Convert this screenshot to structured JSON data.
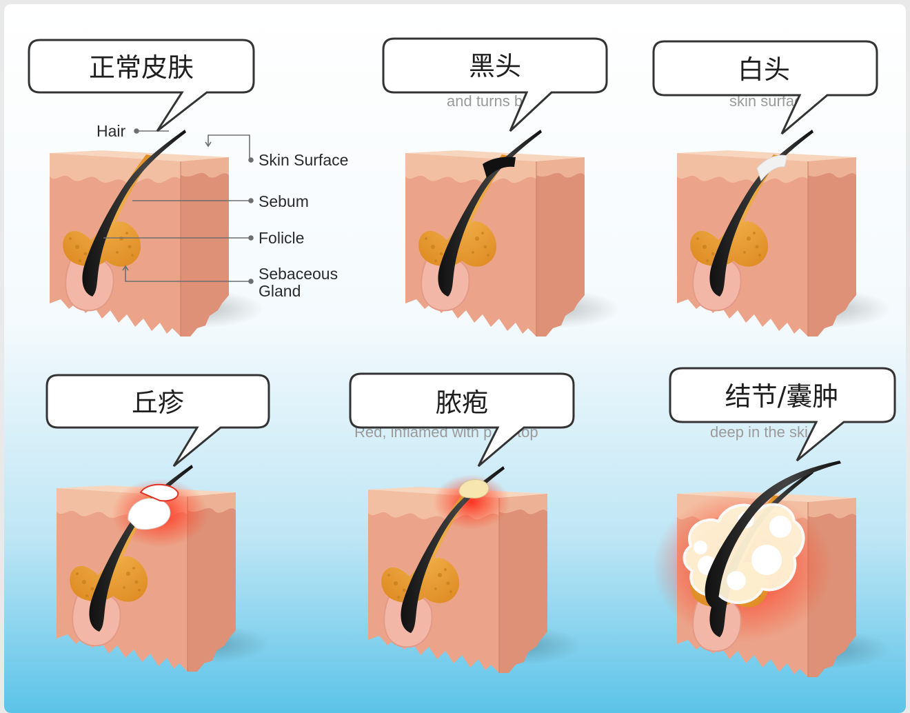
{
  "colors": {
    "skin_front": "#EBA489",
    "skin_side": "#DE9176",
    "skin_top": "#F6CDB1",
    "skin_band": "#E7997E",
    "gland": "#E9A23C",
    "gland_dot": "#C7801D",
    "bulb": "#F2B7A6",
    "hair": "#1A1A1A",
    "inflammation": "#FF2A1A",
    "pus": "#FFF6DB",
    "bg_top": "#FFFFFF",
    "bg_bottom": "#5BC3E8",
    "bubble_border": "#333333"
  },
  "panels": [
    {
      "id": "normal",
      "title": "正常皮肤",
      "annotations": {
        "hair": "Hair",
        "skin_surface": "Skin Surface",
        "sebum": "Sebum",
        "folicle": "Folicle",
        "sebaceous_line1": "Sebaceous",
        "sebaceous_line2": "Gland"
      }
    },
    {
      "id": "blackhead",
      "title": "黑头",
      "faded_caption": "and turns b    k"
    },
    {
      "id": "whitehead",
      "title": "白头",
      "faded_caption": "skin surfac"
    },
    {
      "id": "papule",
      "title": "丘疹"
    },
    {
      "id": "pustule",
      "title": "脓疱",
      "faded_caption": "Red, inflamed with p      on top"
    },
    {
      "id": "nodule",
      "title": "结节/囊肿",
      "faded_caption": "deep in the ski"
    }
  ]
}
